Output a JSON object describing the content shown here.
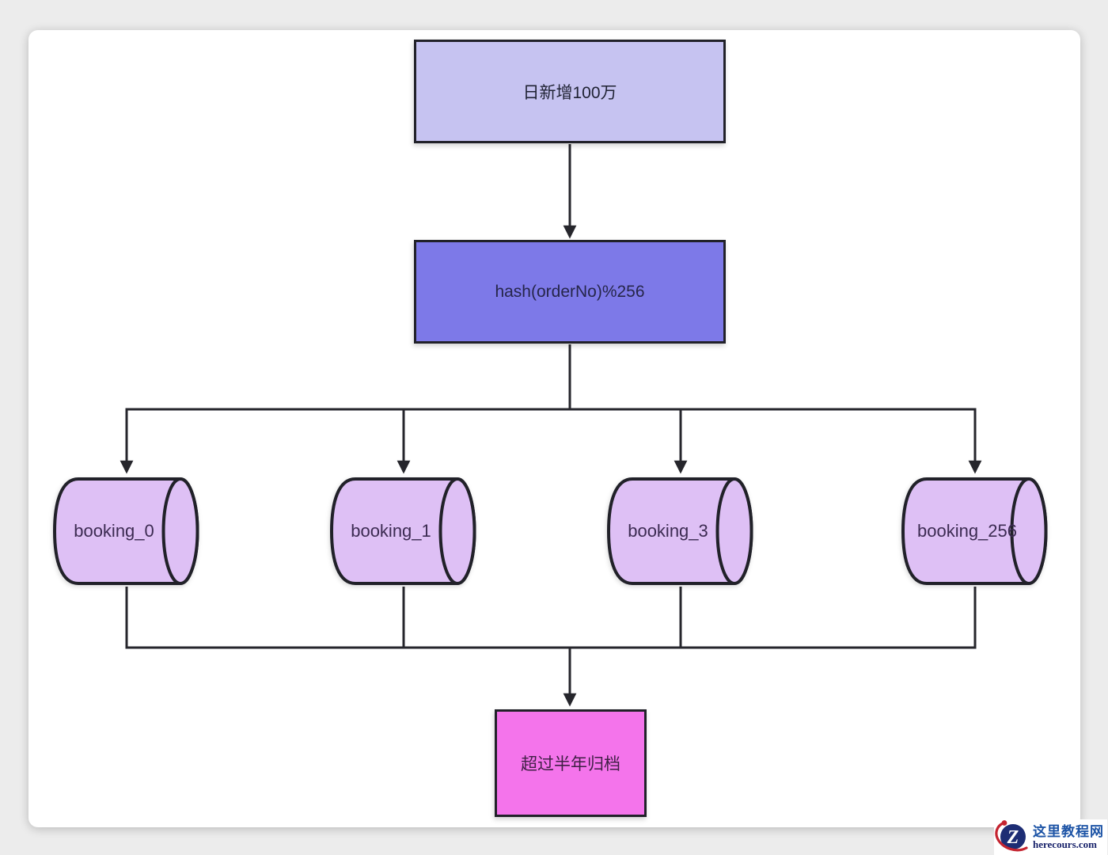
{
  "page": {
    "background_color": "#ececec",
    "canvas_color": "#ffffff",
    "line_color": "#26262c"
  },
  "diagram": {
    "top_node": {
      "label": "日新增100万",
      "fill": "#c6c3f1"
    },
    "hash_node": {
      "label": "hash(orderNo)%256",
      "fill": "#7d79e8"
    },
    "shards": [
      {
        "label": "booking_0"
      },
      {
        "label": "booking_1"
      },
      {
        "label": "booking_3"
      },
      {
        "label": "booking_256"
      }
    ],
    "shard_fill": "#dec0f5",
    "archive_node": {
      "label": "超过半年归档",
      "fill": "#f474eb"
    }
  },
  "watermark": {
    "logo_letter": "Z",
    "site_name": "这里教程网",
    "site_domain": "herecours.com",
    "brand_blue": "#1d54a6",
    "brand_navy": "#19236b",
    "brand_red": "#c42430",
    "logo_fill": "#1d2d74"
  }
}
